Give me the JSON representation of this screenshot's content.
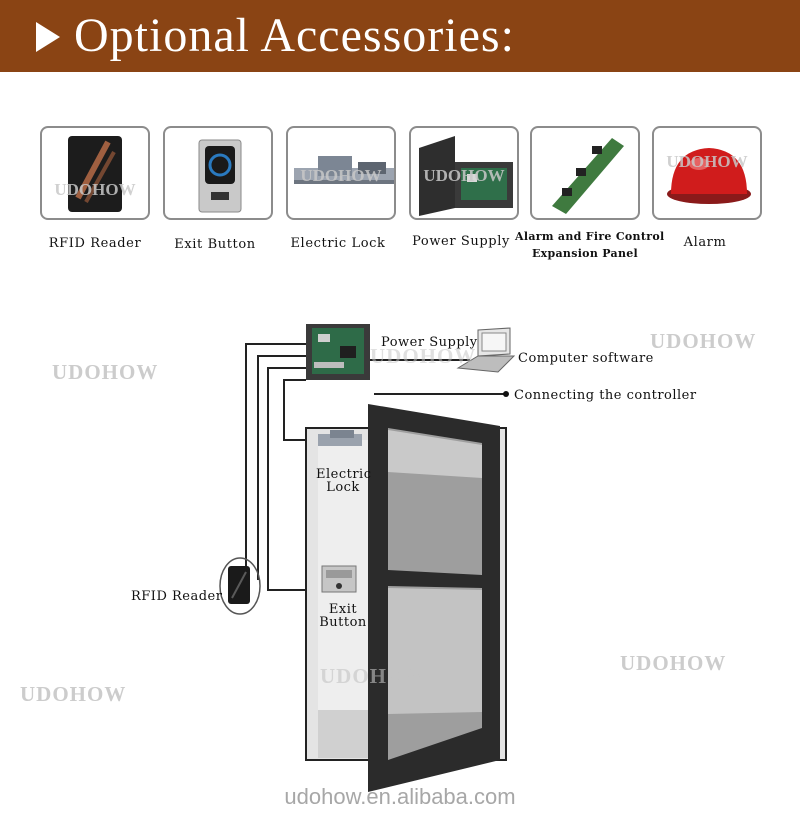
{
  "header": {
    "title": "Optional Accessories:"
  },
  "accessories": [
    {
      "label": "RFID Reader"
    },
    {
      "label": "Exit Button"
    },
    {
      "label": "Electric Lock"
    },
    {
      "label": "Power Supply"
    },
    {
      "label": "Alarm and Fire Control",
      "label2": "Expansion Panel"
    },
    {
      "label": "Alarm"
    }
  ],
  "watermark": "UDOHOW",
  "diagram": {
    "power_supply": "Power Supply",
    "computer_software": "Computer software",
    "connecting_controller": "Connecting the controller",
    "electric_lock_1": "Electric",
    "electric_lock_2": "Lock",
    "rfid_reader": "RFID Reader",
    "exit_button_1": "Exit",
    "exit_button_2": "Button"
  },
  "footer": {
    "url": "udohow.en.alibaba.com"
  },
  "colors": {
    "banner": "#8a4414",
    "door_frame": "#2b2b2b"
  }
}
